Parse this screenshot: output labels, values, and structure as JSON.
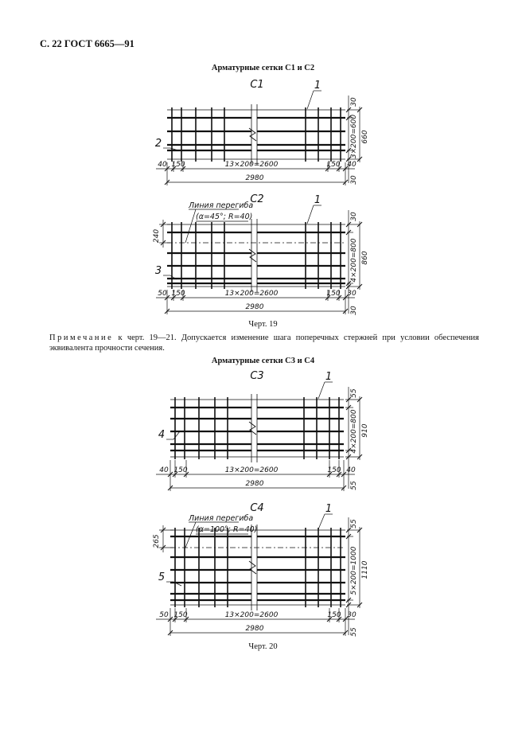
{
  "header": {
    "text": "С. 22 ГОСТ 6665—91"
  },
  "section1": {
    "title": "Арматурные сетки С1 и С2",
    "figures": [
      {
        "mark": "С1",
        "callout_top": "1",
        "callout_side": "2",
        "dim_top": "30",
        "dim_bottom": "30",
        "dim_spacing": "3×200=600",
        "dim_total": "660",
        "dim_left": "40",
        "dim_end": "150",
        "dim_mid": "13×200=2600",
        "dim_end_right": "150",
        "dim_right": "40",
        "dim_length": "2980",
        "has_bend": false
      },
      {
        "mark": "С2",
        "callout_top": "1",
        "callout_side": "3",
        "dim_top": "30",
        "dim_bottom": "30",
        "dim_spacing": "4×200=800",
        "dim_total": "860",
        "dim_left": "50",
        "dim_end": "150",
        "dim_mid": "13×200=2600",
        "dim_end_right": "150",
        "dim_right": "30",
        "dim_length": "2980",
        "has_bend": true,
        "bend_title": "Линия перегиба",
        "bend_params": "(α=45°; R=40)",
        "dim_bend": "240"
      }
    ],
    "caption": "Черт. 19"
  },
  "note": {
    "label": "Примечание",
    "text": " к черт. 19—21. Допускается изменение шага поперечных стержней при условии обеспечения эквивалента прочности сечения."
  },
  "section2": {
    "title": "Арматурные сетки С3 и С4",
    "figures": [
      {
        "mark": "С3",
        "callout_top": "1",
        "callout_side": "4",
        "dim_top": "55",
        "dim_bottom": "55",
        "dim_spacing": "4×200=800",
        "dim_total": "910",
        "dim_left": "40",
        "dim_end": "150",
        "dim_mid": "13×200=2600",
        "dim_end_right": "150",
        "dim_right": "40",
        "dim_length": "2980",
        "has_bend": false
      },
      {
        "mark": "С4",
        "callout_top": "1",
        "callout_side": "5",
        "dim_top": "55",
        "dim_bottom": "55",
        "dim_spacing": "5×200=1000",
        "dim_total": "1110",
        "dim_left": "50",
        "dim_end": "150",
        "dim_mid": "13×200=2600",
        "dim_end_right": "150",
        "dim_right": "30",
        "dim_length": "2980",
        "has_bend": true,
        "bend_title": "Линия перегиба",
        "bend_params": "(α=100°; R=40)",
        "dim_bend": "265"
      }
    ],
    "caption": "Черт. 20"
  }
}
